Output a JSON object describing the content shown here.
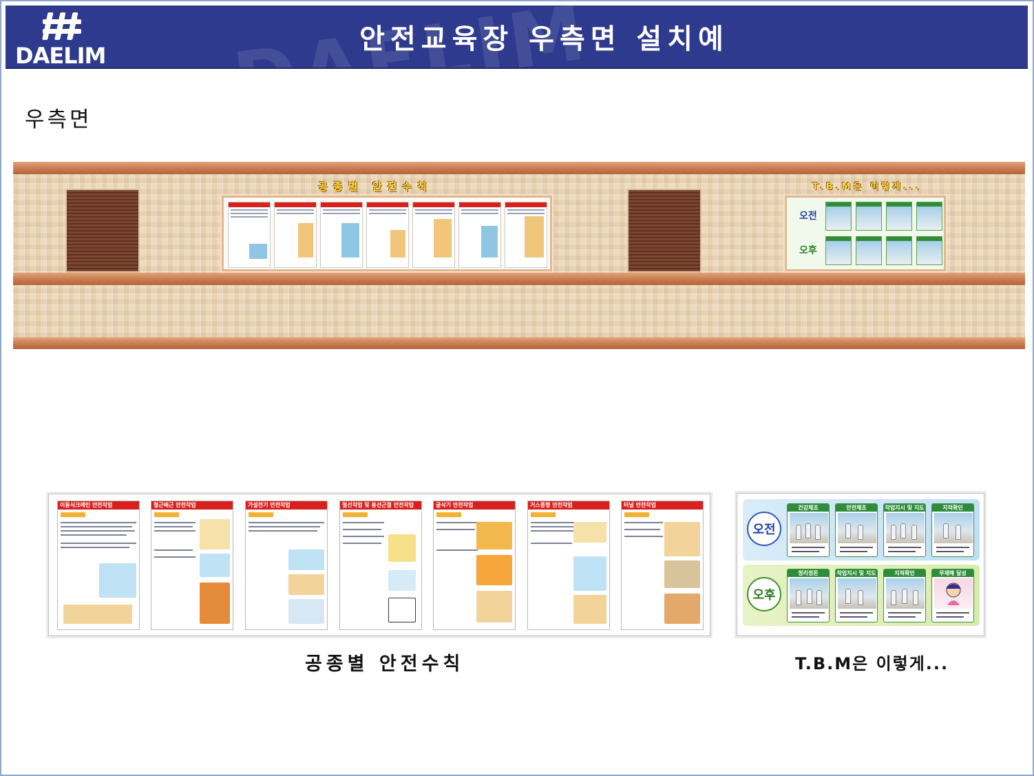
{
  "header": {
    "logo_text": "DAELIM",
    "title": "안전교육장 우측면 설치예"
  },
  "section_label": "우측면",
  "wall": {
    "left_caption": "공종별 안전수칙",
    "right_caption": "T.B.M은 이렇게...",
    "tbm_am": "오전",
    "tbm_pm": "오후"
  },
  "posters": [
    "이동식크레인 안전작업",
    "철근배근 안전작업",
    "가설전기 안전작업",
    "철선작업 및 용선근절 안전작업",
    "굴삭기 안전작업",
    "거스종형 안전작업",
    "터널 안전작업"
  ],
  "captions": {
    "posters": "공종별 안전수칙",
    "tbm": "T.B.M은 이렇게..."
  },
  "tbm_board": {
    "am_label": "오전",
    "pm_label": "오후",
    "am_items": [
      "건강체조",
      "안전체조",
      "작업지시 및 지도",
      "지적확인"
    ],
    "pm_items": [
      "정리정돈",
      "작업지시 및 지도",
      "지적확인",
      "무재해 달성"
    ]
  },
  "colors": {
    "header_bg": "#2e3a8e",
    "poster_header": "#d8201e",
    "rail": "#c97b50",
    "wall_tile": "#efdcbf"
  }
}
